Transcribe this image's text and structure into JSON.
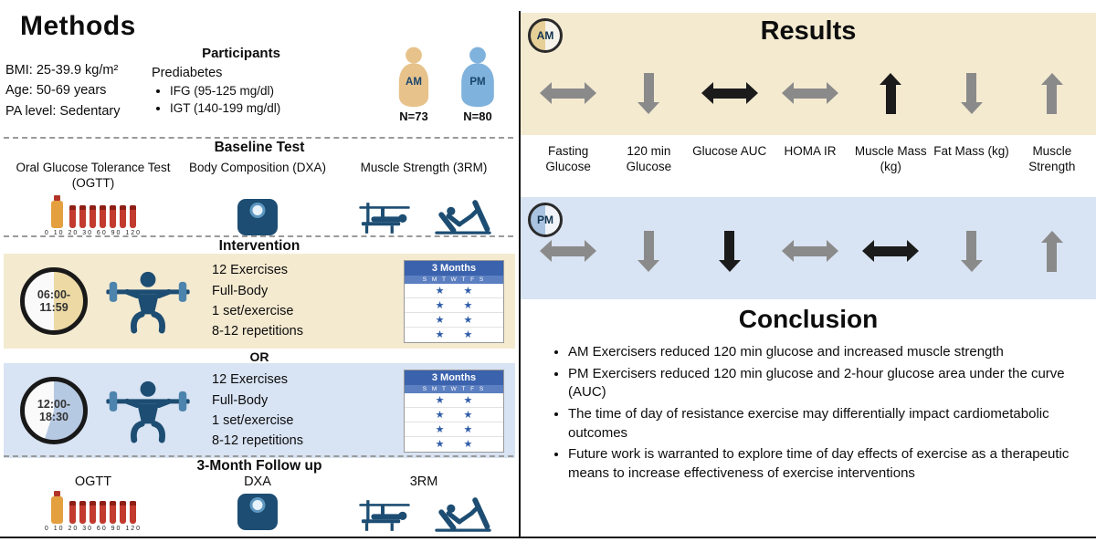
{
  "glyphs": {
    "session_star": "★"
  },
  "colors": {
    "am_band_bg": "#f4ead0",
    "pm_band_bg": "#d8e3f3",
    "arrow_gray": "#8a8a8a",
    "arrow_black": "#1b1b1b",
    "icon_navy": "#1d4d72",
    "am_person": "#e7c28b",
    "pm_person": "#7fb2dc",
    "vial_red": "#c23b2e",
    "bottle_orange": "#e49f3f",
    "calendar_blue": "#3a62ad"
  },
  "methods": {
    "title": "Methods",
    "criteria": [
      "BMI: 25-39.9 kg/m²",
      "Age: 50-69 years",
      "PA level: Sedentary"
    ],
    "participants": {
      "heading": "Participants",
      "condition": "Prediabetes",
      "bullets": [
        "IFG (95-125 mg/dl)",
        "IGT (140-199 mg/dl)"
      ],
      "am": {
        "label": "AM",
        "n": "N=73"
      },
      "pm": {
        "label": "PM",
        "n": "N=80"
      }
    },
    "baseline": {
      "heading": "Baseline Test",
      "ogtt_label": "Oral Glucose Tolerance Test (OGTT)",
      "ogtt_timepoints": "0 10 20 30 60 90 120",
      "dxa_label": "Body Composition (DXA)",
      "strength_label": "Muscle Strength (3RM)"
    },
    "intervention": {
      "heading": "Intervention",
      "or_label": "OR",
      "am": {
        "time": "06:00-11:59",
        "details": [
          "12 Exercises",
          "Full-Body",
          "1 set/exercise",
          "8-12 repetitions"
        ],
        "calendar_label": "3 Months"
      },
      "pm": {
        "time": "12:00-18:30",
        "details": [
          "12 Exercises",
          "Full-Body",
          "1 set/exercise",
          "8-12 repetitions"
        ],
        "calendar_label": "3 Months"
      }
    },
    "calendar_days": "S M T W T F S",
    "followup": {
      "heading": "3-Month Follow up",
      "ogtt_label": "OGTT",
      "ogtt_timepoints": "0 10 20 30 60 90 120",
      "dxa_label": "DXA",
      "strength_label": "3RM"
    }
  },
  "results": {
    "title": "Results",
    "columns": [
      "Fasting Glucose",
      "120 min Glucose",
      "Glucose AUC",
      "HOMA IR",
      "Muscle Mass (kg)",
      "Fat Mass (kg)",
      "Muscle Strength"
    ],
    "am": {
      "badge": "AM",
      "arrows": [
        {
          "direction": "no-change",
          "color": "gray"
        },
        {
          "direction": "decrease",
          "color": "gray"
        },
        {
          "direction": "no-change",
          "color": "black"
        },
        {
          "direction": "no-change",
          "color": "gray"
        },
        {
          "direction": "increase",
          "color": "black"
        },
        {
          "direction": "decrease",
          "color": "gray"
        },
        {
          "direction": "increase",
          "color": "gray"
        }
      ]
    },
    "pm": {
      "badge": "PM",
      "arrows": [
        {
          "direction": "no-change",
          "color": "gray"
        },
        {
          "direction": "decrease",
          "color": "gray"
        },
        {
          "direction": "decrease",
          "color": "black"
        },
        {
          "direction": "no-change",
          "color": "gray"
        },
        {
          "direction": "no-change",
          "color": "black"
        },
        {
          "direction": "decrease",
          "color": "gray"
        },
        {
          "direction": "increase",
          "color": "gray"
        }
      ]
    }
  },
  "conclusion": {
    "title": "Conclusion",
    "bullets": [
      "AM Exercisers reduced 120 min glucose and increased muscle strength",
      "PM Exercisers reduced 120 min glucose and 2-hour glucose area under the curve (AUC)",
      "The time of day of resistance exercise may differentially impact cardiometabolic outcomes",
      "Future work is warranted to explore time of day effects of exercise as a therapeutic means to increase effectiveness of exercise interventions"
    ]
  }
}
